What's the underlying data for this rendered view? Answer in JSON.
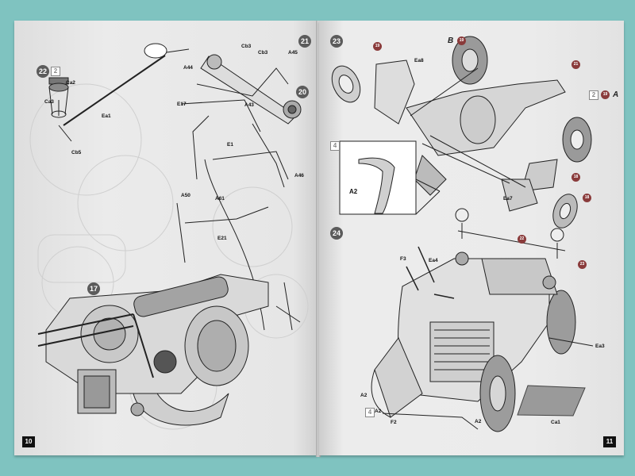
{
  "left_page": {
    "page_number": "10",
    "steps": {
      "s21": "21",
      "s22": "22",
      "s17": "17",
      "s20": "20"
    },
    "step22_option": "2",
    "labels": {
      "ca2": "Ca2",
      "ca3": "Ca3",
      "ea1": "Ea1",
      "cb5": "Cb5",
      "cb3a": "Cb3",
      "cb3b": "Cb3",
      "a44": "A44",
      "a45": "A45",
      "e17": "E17",
      "a43": "A43",
      "e1": "E1",
      "a46": "A46",
      "a50": "A50",
      "a61": "A61",
      "e21": "E21"
    }
  },
  "right_page": {
    "page_number": "11",
    "steps": {
      "s23": "23",
      "s24": "24"
    },
    "option_b": "B",
    "option_a": "A",
    "option_2": "2",
    "option_4": "4",
    "detail_option": "4",
    "part_circles": {
      "p19a": "19",
      "p19b": "19",
      "p21": "21",
      "p19c": "19",
      "p18a": "18",
      "p18b": "18",
      "p22": "22",
      "p23": "23"
    },
    "labels": {
      "ea8": "Ea8",
      "ea7": "Ea7",
      "a2_detail": "A2",
      "f3": "F3",
      "ea4": "Ea4",
      "ea3": "Ea3",
      "ca1": "Ca1",
      "a2a": "A2",
      "a2b": "A2",
      "a2c": "A2",
      "f2": "F2"
    }
  }
}
